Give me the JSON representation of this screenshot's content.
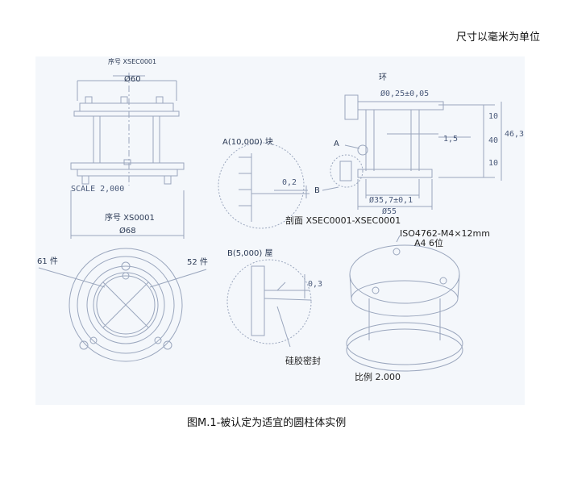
{
  "page": {
    "units_note": "尺寸以毫米为单位",
    "caption": "图M.1-被认定为适宜的圆柱体实例"
  },
  "drawing": {
    "front_view": {
      "top_part_no": "序号 XSEC0001",
      "top_diameter": "Ø60",
      "scale_text": "SCALE 2,000",
      "part_no": "序号 XS0001",
      "bottom_diameter": "Ø68"
    },
    "section_view": {
      "ring_label": "环",
      "ring_dim": "Ø0,25±0,05",
      "dim_15": "1,5",
      "dim_10_top": "10",
      "dim_40": "40",
      "dim_10_bottom": "10",
      "dim_463": "46,3",
      "label_a": "A",
      "label_b": "B",
      "dim_357": "Ø35,7±0,1",
      "dim_55": "Ø55",
      "title": "剖面 XSEC0001-XSEC0001"
    },
    "detail_a": {
      "title": "A(10,000) 块",
      "dim": "0,2"
    },
    "detail_b": {
      "title": "B(5,000) 屋",
      "dim": "0,3",
      "seal_label": "硅胶密封"
    },
    "bottom_view": {
      "left_count": "61 件",
      "right_count": "52 件"
    },
    "iso_view": {
      "screw_spec": "ISO4762-M4×12mm",
      "screw_grade": "A4 6位",
      "scale": "比例 2.000"
    }
  }
}
